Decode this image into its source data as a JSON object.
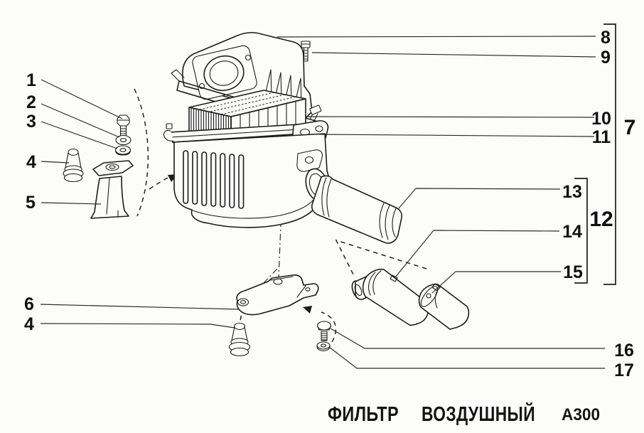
{
  "diagram": {
    "caption": {
      "title_word1": "ФИЛЬТР",
      "title_word2": "ВОЗДУШНЫЙ",
      "code": "А300"
    },
    "callouts": {
      "c1": "1",
      "c2": "2",
      "c3": "3",
      "c4_top": "4",
      "c5": "5",
      "c6": "6",
      "c4_bottom": "4",
      "c7": "7",
      "c8": "8",
      "c9": "9",
      "c10": "10",
      "c11": "11",
      "c12": "12",
      "c13": "13",
      "c14": "14",
      "c15": "15",
      "c16": "16",
      "c17": "17"
    }
  }
}
